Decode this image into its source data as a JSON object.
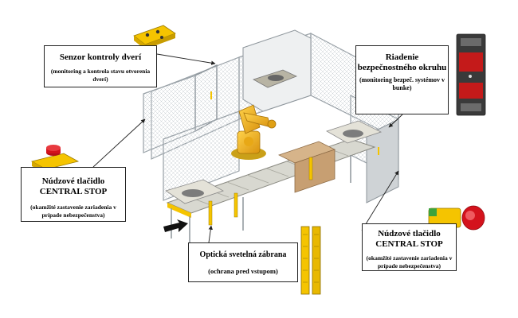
{
  "callouts": {
    "door_sensor": {
      "title": "Senzor kontroly dverí",
      "subtitle": "(monitoring a kontrola stavu otvorenia dverí)"
    },
    "safety_control": {
      "title": "Riadenie bezpečnostného okruhu",
      "subtitle": "(monitoring bezpeč. systémov v bunke)"
    },
    "estop_left": {
      "title": "Núdzové tlačidlo CENTRAL STOP",
      "subtitle": "(okamžité zastavenie zariadenia v prípade nebezpečenstva)"
    },
    "estop_right": {
      "title": "Núdzové tlačidlo CENTRAL STOP",
      "subtitle": "(okamžité zastavenie zariadenia v prípade nebezpečenstva)"
    },
    "light_curtain": {
      "title": "Optická svetelná zábrana",
      "subtitle": "(ochrana pred vstupom)"
    }
  },
  "colors": {
    "fence_frame": "#9aa2a8",
    "mesh": "#c8ced2",
    "robot": "#f2b21c",
    "conveyor": "#d8d8d0",
    "safety_yellow": "#f5c400",
    "estop_red": "#d4121c",
    "relay_red": "#c41a1a",
    "relay_body": "#3a3a3a",
    "sensor_green": "#3da33d"
  },
  "icons": [
    "door-sensor-icon",
    "safety-relay-icon",
    "estop-button-icon",
    "light-curtain-icon",
    "industrial-robot-icon",
    "entry-arrow-icon"
  ]
}
